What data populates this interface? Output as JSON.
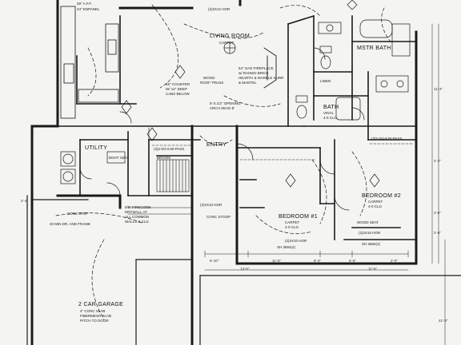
{
  "rooms": {
    "living_room": "LIVING ROOM",
    "mstr_bath": "MSTR BATH",
    "bath": "BATH",
    "utility": "UTILITY",
    "entry": "ENTRY",
    "bedroom1": "BEDROOM #1",
    "bedroom2": "BEDROOM #2",
    "garage": "2 CAR GARAGE"
  },
  "notes": {
    "top_aff": "48\" A.F.F.",
    "top_enpanel": "24\" ENPANEL",
    "top_hdr": "(2)2X12 HOR",
    "living_carpet": "CARPET",
    "fireplace_1": "54\" GAS FIREPLACE",
    "fireplace_2": "w/ RAISED BRICK",
    "fireplace_3": "HEARTH & MARBLE SURR",
    "fireplace_4": "& MANTEL",
    "counter_1": "48\" COUNTER",
    "counter_2": "W/ 12\" DEEP",
    "counter_3": "CABS BELOW",
    "opening_1": "5'-3 1/2\" OPENING",
    "opening_2": "ARCH HEAD 8'",
    "wood_roof_1": "WOOD",
    "wood_roof_2": "ROOF TRUSS",
    "linen": "LINEN",
    "vinyl_1": "VINYL",
    "clg_1": "4-0 CLG.",
    "entry_bi": "(3)2-0/4-8 BI-PASS",
    "bi_pass_right": "(3)2-0/4-8 BI-PASS",
    "broom": "BROOM",
    "boot_seat": "BOOT SEAT",
    "conc_step": "CONC STEP",
    "conc_stoop": "CONC STOOP",
    "firecode_1": "5/8\" FIRECODE",
    "firecode_2": "DRYWALL AT",
    "firecode_3": "ALL COMMON",
    "firecode_4": "WALLS & CLG",
    "door_frame": "20 MIN DR. AND FRAME",
    "bed1_carpet": "CARPET",
    "bed1_clg": "4-0 CLG",
    "bed2_carpet": "CARPET",
    "bed2_clg": "4-0 CLG",
    "wood_seat": "WOOD SEAT",
    "garage_1": "4\" CONC SLAB",
    "garage_2": "FIBERMESH SLAB",
    "garage_3": "PITCH TO DOOR",
    "hdr_bed1": "(2)2X10 HOR",
    "hdr_bed2": "(2)2X10 HOR",
    "hdr_mid": "(2)2X10 HOR",
    "opening_sh": "SH 3684(4)",
    "sh_right": "SH 3684(4)"
  },
  "dimensions": {
    "d1": "6'-10\"",
    "d2": "11'-6\"",
    "d3": "8'-4\"",
    "d4": "6'-6\"",
    "d5": "2'-0\"",
    "d6": "13'-6\"",
    "d7": "11'-6\"",
    "d8": "2'-4\"",
    "d9": "11'-4\"",
    "d10": "4'-2\"",
    "d11": "3'-6\"",
    "d12": "2'-6\"",
    "d13": "41'-3\""
  }
}
